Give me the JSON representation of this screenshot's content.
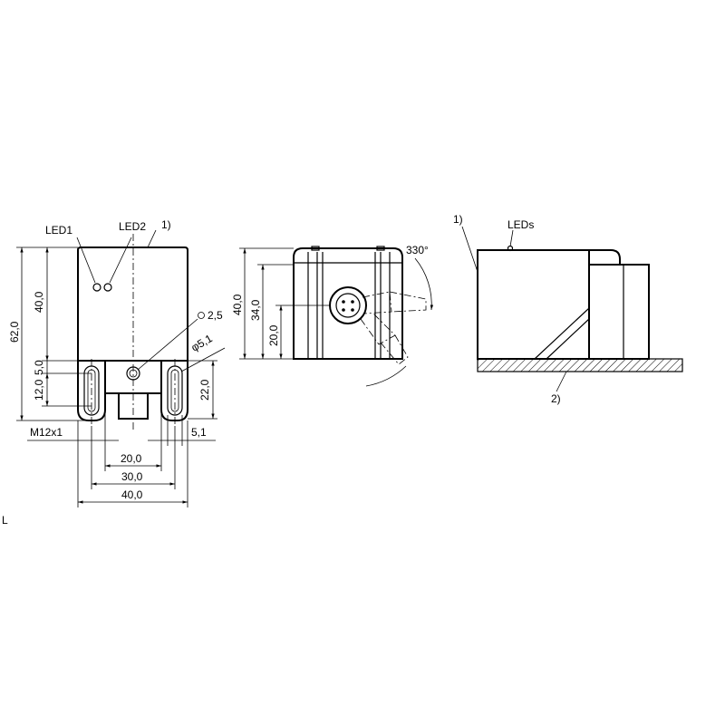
{
  "front_view": {
    "labels": {
      "led1": "LED1",
      "led2": "LED2",
      "note1": "1)",
      "thread": "M12x1",
      "hole_circle": "2,5",
      "slot_diameter": "φ5,1"
    },
    "dimensions": {
      "height_total": "62,0",
      "height_upper": "40,0",
      "slot_offset": "5,0",
      "slot_length": "12,0",
      "bottom_height": "22,0",
      "width_20": "20,0",
      "width_30": "30,0",
      "width_40": "40,0",
      "slot_width": "5,1"
    }
  },
  "side_view": {
    "labels": {
      "angle": "330°"
    },
    "dimensions": {
      "d40": "40,0",
      "d34": "34,0",
      "d20": "20,0"
    }
  },
  "mount_view": {
    "labels": {
      "note1": "1)",
      "leds": "LEDs",
      "note2": "2)"
    }
  },
  "corner_mark": "L"
}
